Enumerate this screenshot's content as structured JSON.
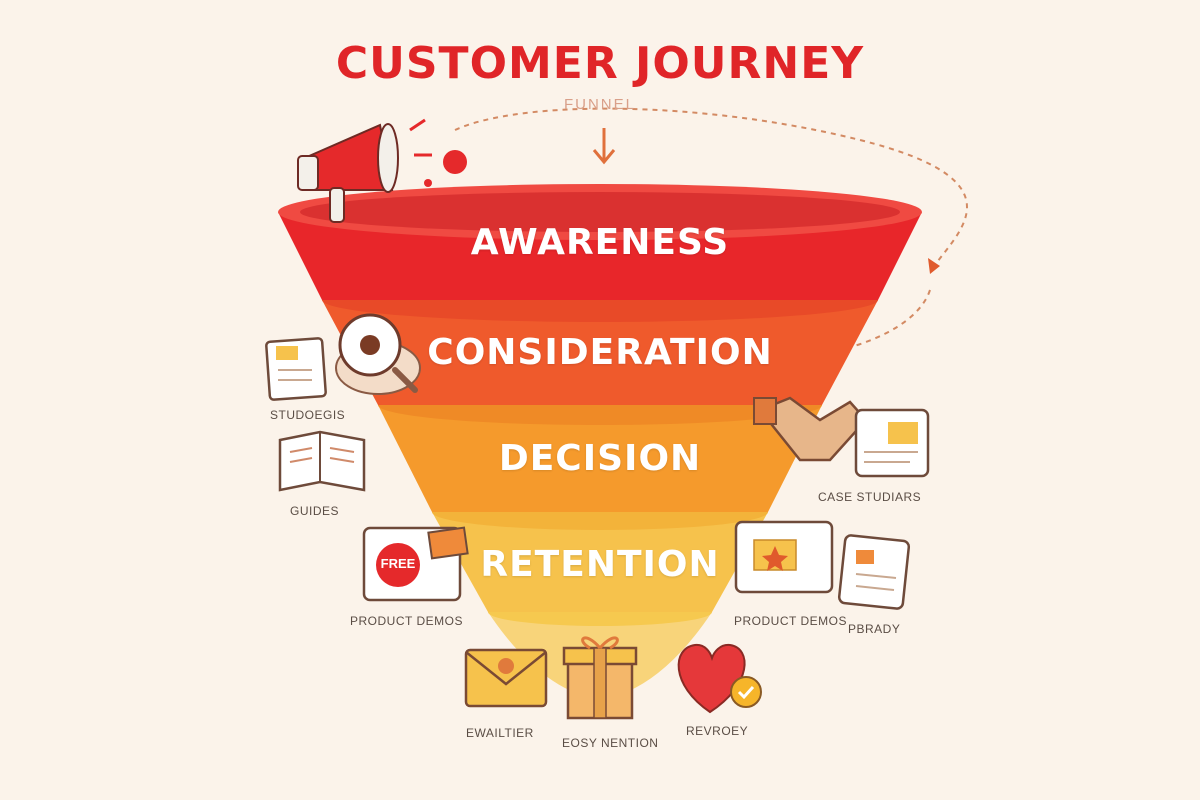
{
  "header": {
    "title": "CUSTOMER JOURNEY",
    "subtitle": "FUNNEL"
  },
  "stages": [
    {
      "label": "AWARENESS",
      "color": "#e8262a"
    },
    {
      "label": "CONSIDERATION",
      "color": "#ef5a2c"
    },
    {
      "label": "DECISION",
      "color": "#f59a2c"
    },
    {
      "label": "RETENTION",
      "color": "#f6c24c"
    }
  ],
  "captions": {
    "left_top": "STUDOEGIS",
    "left_guides": "GUIDES",
    "left_demos": "PRODUCT DEMOS",
    "right_case": "CASE STUDIARS",
    "right_demos": "PRODUCT DEMOS",
    "right_privacy": "PBRADY",
    "bottom_email": "EWAILTIER",
    "bottom_gift": "EOSY NENTION",
    "bottom_heart": "REVROEY"
  },
  "badges": {
    "free": "FREE"
  },
  "icons": [
    "megaphone-icon",
    "coffee-cup-icon",
    "document-icon",
    "open-book-icon",
    "free-tag-icon",
    "handshake-icon",
    "tablet-icon",
    "slides-icon",
    "clipboard-icon",
    "envelope-icon",
    "gift-icon",
    "heart-check-icon"
  ]
}
